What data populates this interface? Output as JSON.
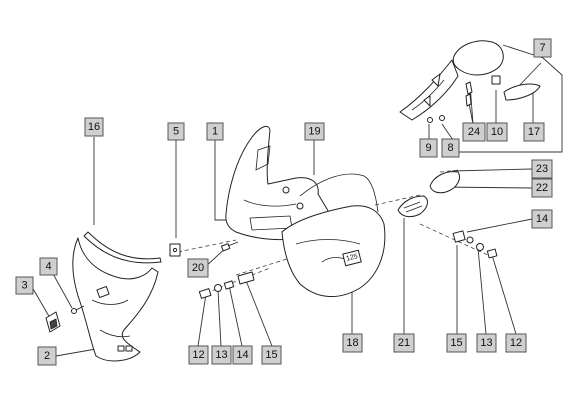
{
  "parts": [
    {
      "key": "p1",
      "number": "1"
    },
    {
      "key": "p2",
      "number": "2"
    },
    {
      "key": "p3",
      "number": "3"
    },
    {
      "key": "p4",
      "number": "4"
    },
    {
      "key": "p5",
      "number": "5"
    },
    {
      "key": "p7",
      "number": "7"
    },
    {
      "key": "p8",
      "number": "8"
    },
    {
      "key": "p9",
      "number": "9"
    },
    {
      "key": "p10",
      "number": "10"
    },
    {
      "key": "p12a",
      "number": "12"
    },
    {
      "key": "p12b",
      "number": "12"
    },
    {
      "key": "p13a",
      "number": "13"
    },
    {
      "key": "p13b",
      "number": "13"
    },
    {
      "key": "p14a",
      "number": "14"
    },
    {
      "key": "p14b",
      "number": "14"
    },
    {
      "key": "p15a",
      "number": "15"
    },
    {
      "key": "p15b",
      "number": "15"
    },
    {
      "key": "p16",
      "number": "16"
    },
    {
      "key": "p17",
      "number": "17"
    },
    {
      "key": "p18",
      "number": "18"
    },
    {
      "key": "p19",
      "number": "19"
    },
    {
      "key": "p20",
      "number": "20"
    },
    {
      "key": "p21",
      "number": "21"
    },
    {
      "key": "p22",
      "number": "22"
    },
    {
      "key": "p23",
      "number": "23"
    },
    {
      "key": "p24",
      "number": "24"
    }
  ],
  "plate_text": "125",
  "colors": {
    "label_fill": "#cfcfcf",
    "label_border": "#555555",
    "line": "#333333"
  }
}
